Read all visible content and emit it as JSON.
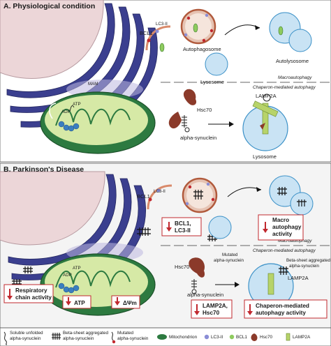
{
  "panel_a": {
    "title": "A. Physiological condition",
    "labels": {
      "bcl1": "BCL1",
      "lc3": "LC3-II",
      "autophagosome": "Autophagosome",
      "lysosome": "Lysosome",
      "autolysosome": "Autolysosome",
      "macroautophagy": "Macroautophagy",
      "cma": "Chaperon-mediated autophagy",
      "mam": "MAM",
      "adp": "ADP",
      "atp": "ATP",
      "hsc70": "Hsc70",
      "alpha_syn": "alpha-synuclein",
      "lamp2a": "LAMP2A",
      "lysosome2": "Lysosome"
    }
  },
  "panel_b": {
    "title": "B. Parkinson's Disease",
    "labels": {
      "bcl1": "BCL1",
      "lc3": "LC3-II",
      "macroautophagy": "Macroautophagy",
      "cma": "Chaperon-mediated autophagy",
      "adp": "ADP",
      "atp": "ATP",
      "mutated": "Mutated",
      "mutated2": "alpha-synuclein",
      "hsc70": "Hsc70",
      "alpha_syn": "alpha-synuclein",
      "beta1": "Beta-sheet aggregated",
      "beta2": "alpha-synuclein",
      "lamp2a": "LAMP2A"
    },
    "boxes": {
      "bcl1_lc3": [
        "BCL1,",
        "LC3-II"
      ],
      "macro": [
        "Macro",
        "autophagy",
        "activity"
      ],
      "resp": [
        "Respiratory",
        "chain activity"
      ],
      "atp": [
        "ATP"
      ],
      "dpsi": [
        "ΔΨm"
      ],
      "lamp": [
        "LAMP2A,",
        "Hsc70"
      ],
      "cma": [
        "Chaperon-mediated",
        "autophagy activity"
      ]
    }
  },
  "legend": [
    {
      "icon": "soluble-synuclein-icon",
      "text": [
        "Soluble unfolded",
        "alpha-synuclein"
      ]
    },
    {
      "icon": "beta-sheet-icon",
      "text": [
        "Beta-sheet aggregated",
        "alpha-synuclein"
      ]
    },
    {
      "icon": "mutated-synuclein-icon",
      "text": [
        "Mutated",
        "alpha-synuclein"
      ]
    },
    {
      "icon": "mitochondrion-icon",
      "text": [
        "Mitochondrion"
      ]
    },
    {
      "icon": "lc3-icon",
      "text": [
        "LC3-II"
      ]
    },
    {
      "icon": "bcl1-icon",
      "text": [
        "BCL1"
      ]
    },
    {
      "icon": "hsc70-icon",
      "text": [
        "Hsc70"
      ]
    },
    {
      "icon": "lamp2a-icon",
      "text": [
        "LAMP2A"
      ]
    }
  ],
  "colors": {
    "nucleus": "#ecd6d8",
    "er": "#3b3f8f",
    "er_light": "#8d8fc4",
    "mito_outer": "#1f6a34",
    "mito_fill": "#d6e9a6",
    "lysosome": "#c9e3f4",
    "lysosome_edge": "#3a90c7",
    "autophagosome": "#d98a6a",
    "hsc70": "#8b3a2a",
    "box_border": "#c0282e",
    "arrow_down": "#c0282e"
  }
}
